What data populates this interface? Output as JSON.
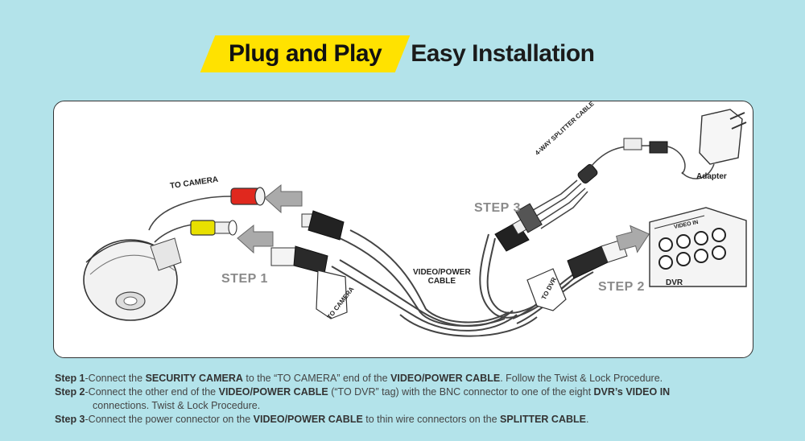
{
  "title": {
    "highlight": "Plug and Play",
    "rest": "Easy Installation"
  },
  "diagram": {
    "to_camera_label": "TO CAMERA",
    "step1": "STEP 1",
    "step2": "STEP 2",
    "step3": "STEP 3",
    "tag_to_camera": "TO CAMERA",
    "tag_to_dvr": "TO DVR",
    "cable_label_line1": "VIDEO/POWER",
    "cable_label_line2": "CABLE",
    "splitter_label": "4-WAY SPLITTER CABLE",
    "adapter_label": "Adapter",
    "dvr_label": "DVR",
    "video_in_label": "VIDEO IN"
  },
  "steps": {
    "s1_lead": "Step 1",
    "s1_a": "-Connect the ",
    "s1_b": "SECURITY CAMERA",
    "s1_c": " to the “TO CAMERA” end of the ",
    "s1_d": "VIDEO/POWER CABLE",
    "s1_e": ". Follow the Twist & Lock Procedure.",
    "s2_lead": "Step 2",
    "s2_a": "-Connect the other end of the ",
    "s2_b": "VIDEO/POWER CABLE",
    "s2_c": " (“TO DVR” tag) with the BNC connector to one of the eight ",
    "s2_d": "DVR’s VIDEO IN",
    "s2_e": "connections. Twist & Lock Procedure.",
    "s3_lead": "Step 3",
    "s3_a": "-Connect the power connector on the ",
    "s3_b": "VIDEO/POWER CABLE",
    "s3_c": " to thin wire connectors on the ",
    "s3_d": "SPLITTER CABLE",
    "s3_e": "."
  },
  "colors": {
    "background": "#b3e3ea",
    "title_highlight": "#ffe200",
    "camera_video_plug": "#e8e000",
    "camera_power_plug": "#e0281e"
  }
}
